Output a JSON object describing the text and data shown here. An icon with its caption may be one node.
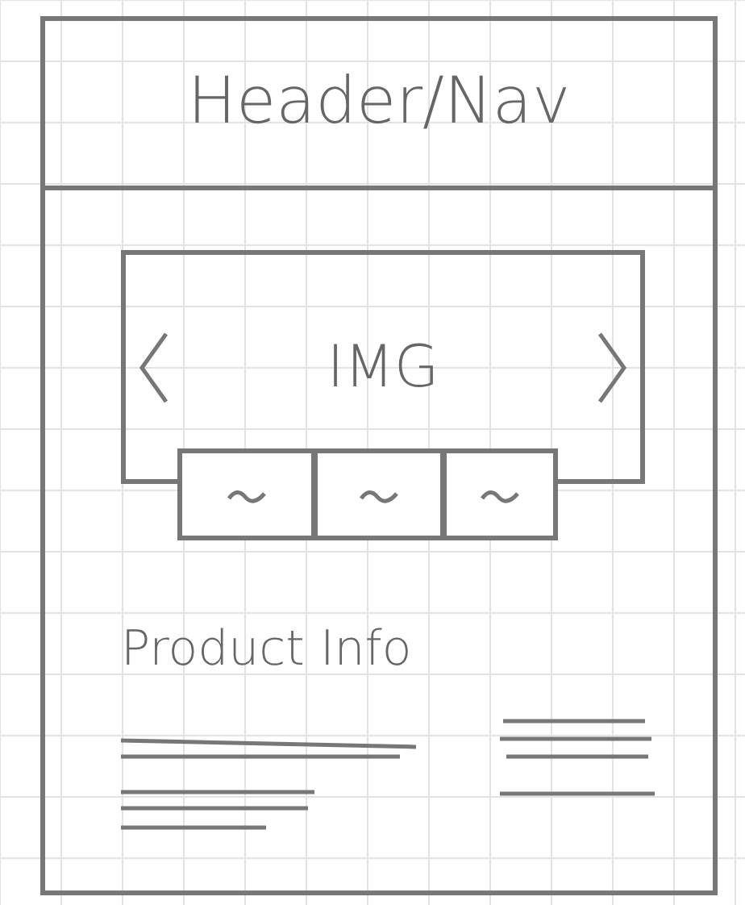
{
  "diagram": {
    "nodes": [
      {
        "text": [],
        "shape": "box"
      },
      {
        "text": [
          "Header/Nav"
        ],
        "in": 0
      },
      {
        "text": [
          "IMG"
        ],
        "in": 0
      },
      {
        "text": [],
        "shape": "box",
        "in": 0
      },
      {
        "text": [],
        "shape": "box",
        "in": 0
      },
      {
        "text": [],
        "shape": "box",
        "in": 0
      }
    ],
    "edges": [],
    "labels": [
      "Product Info"
    ]
  }
}
